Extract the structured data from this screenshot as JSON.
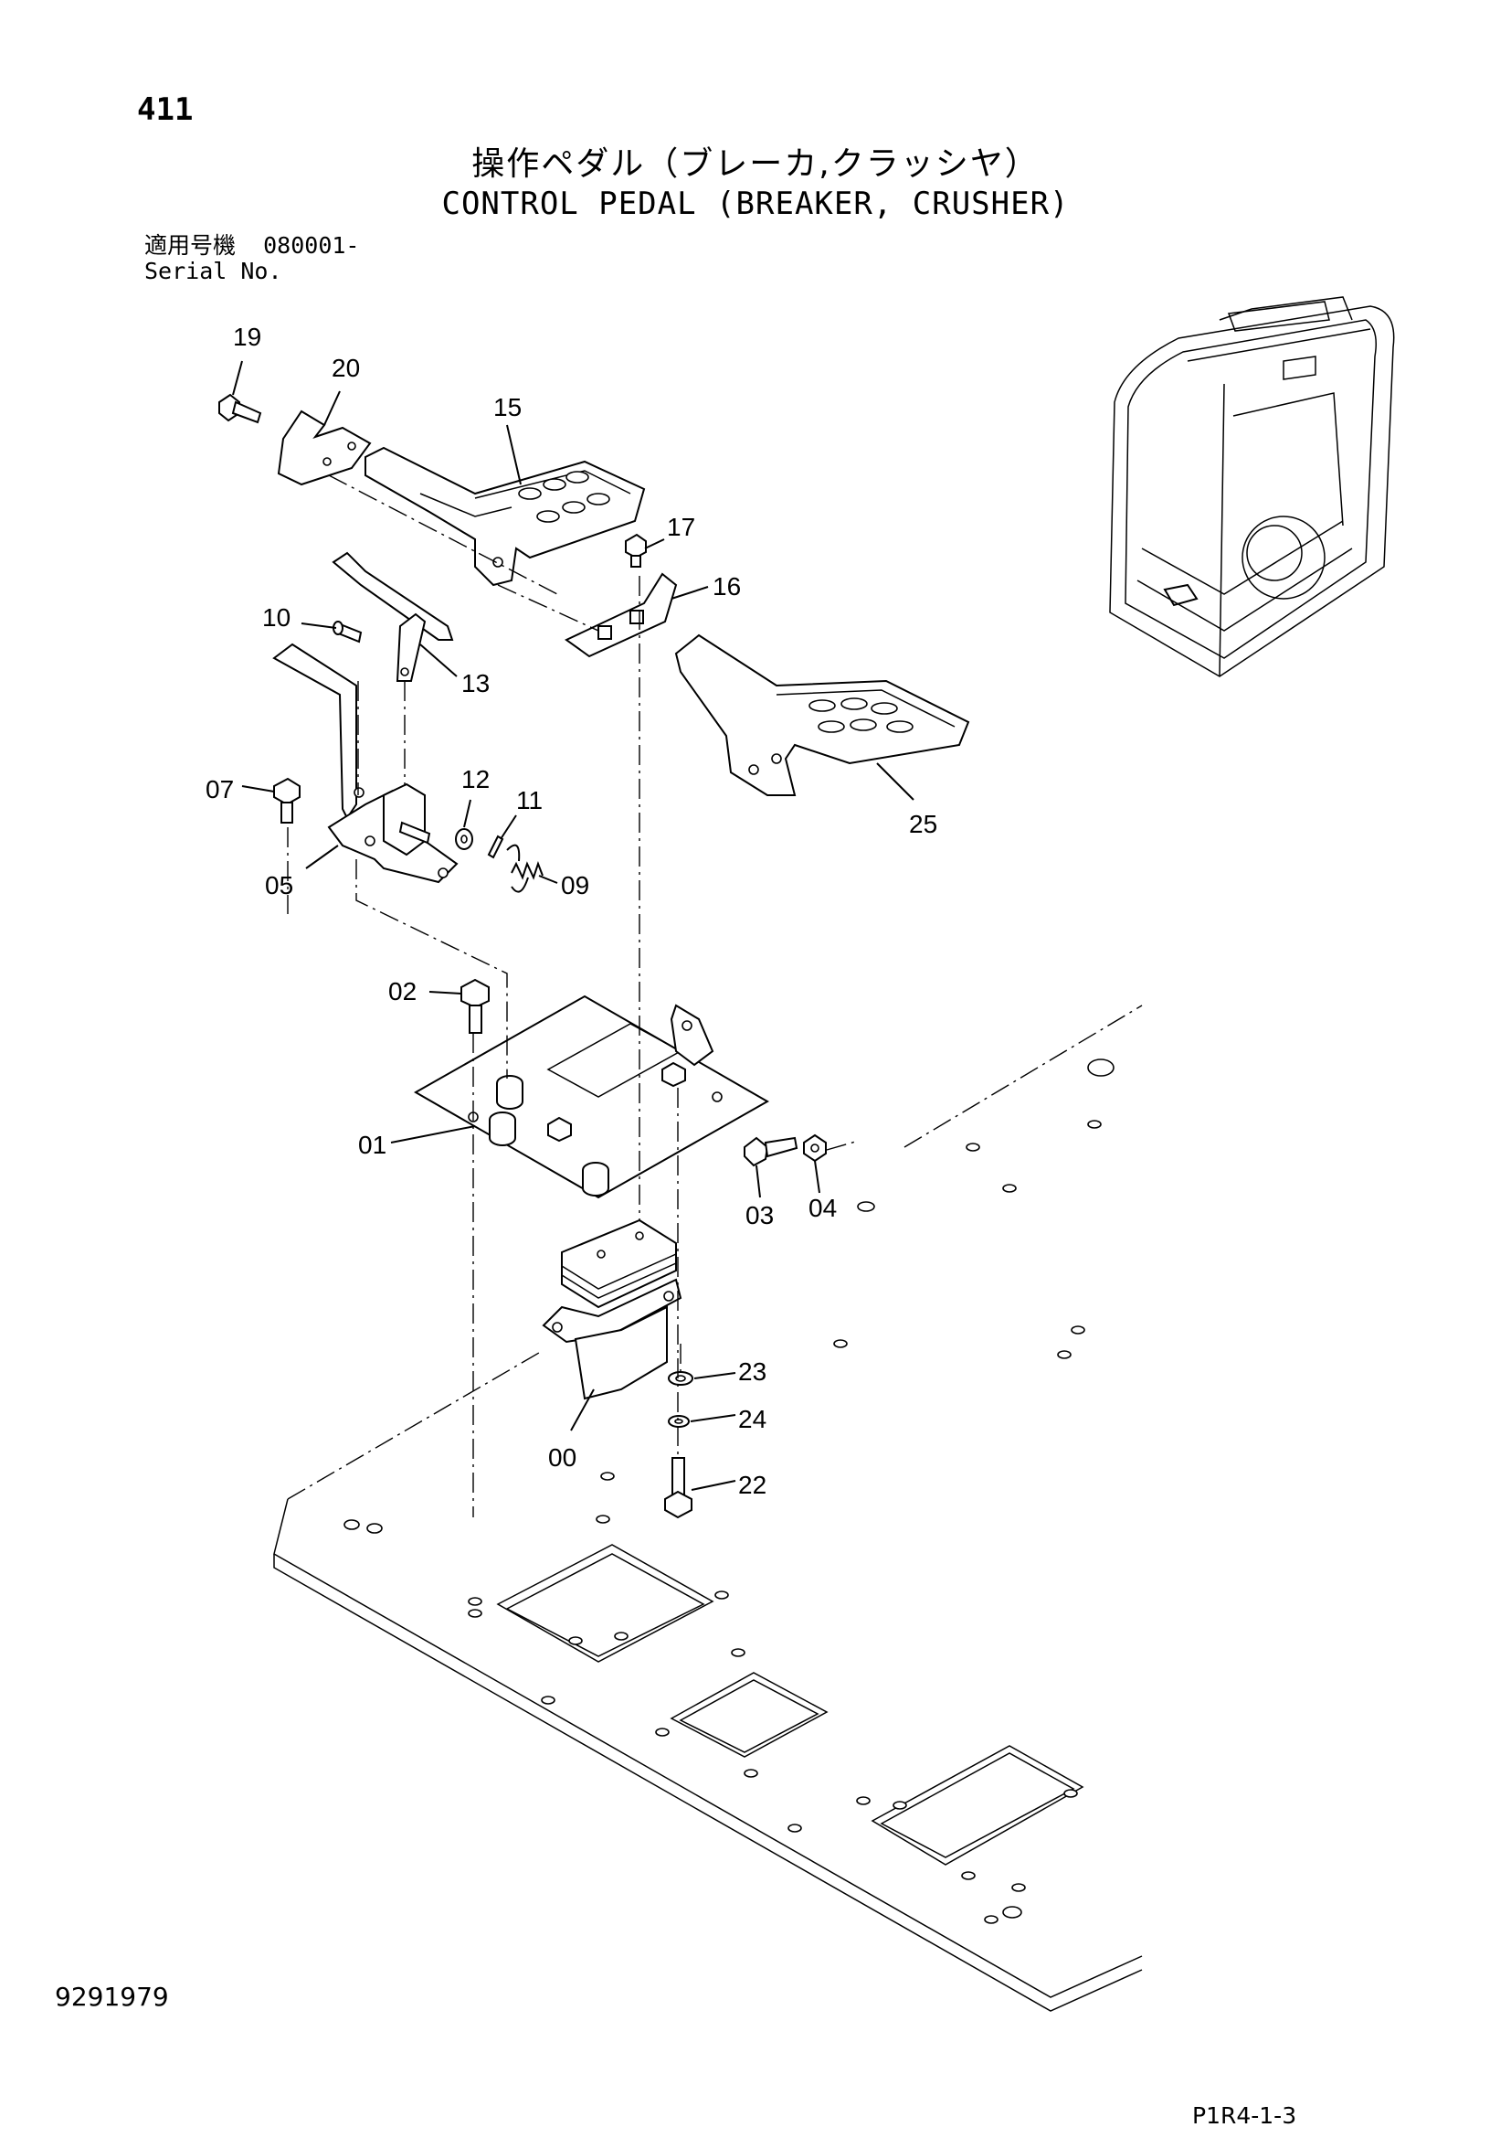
{
  "header": {
    "page_number": "411",
    "title_ja": "操作ペダル（ブレーカ,クラッシヤ）",
    "title_en": "CONTROL PEDAL (BREAKER, CRUSHER)",
    "serial_label_ja": "適用号機",
    "serial_value": "080001-",
    "serial_label_en": "Serial No."
  },
  "callouts": [
    "19",
    "20",
    "15",
    "17",
    "16",
    "10",
    "13",
    "07",
    "12",
    "11",
    "05",
    "09",
    "25",
    "02",
    "01",
    "03",
    "04",
    "23",
    "24",
    "00",
    "22"
  ],
  "footer": {
    "doc_number": "9291979",
    "page_ref": "P1R4-1-3"
  }
}
